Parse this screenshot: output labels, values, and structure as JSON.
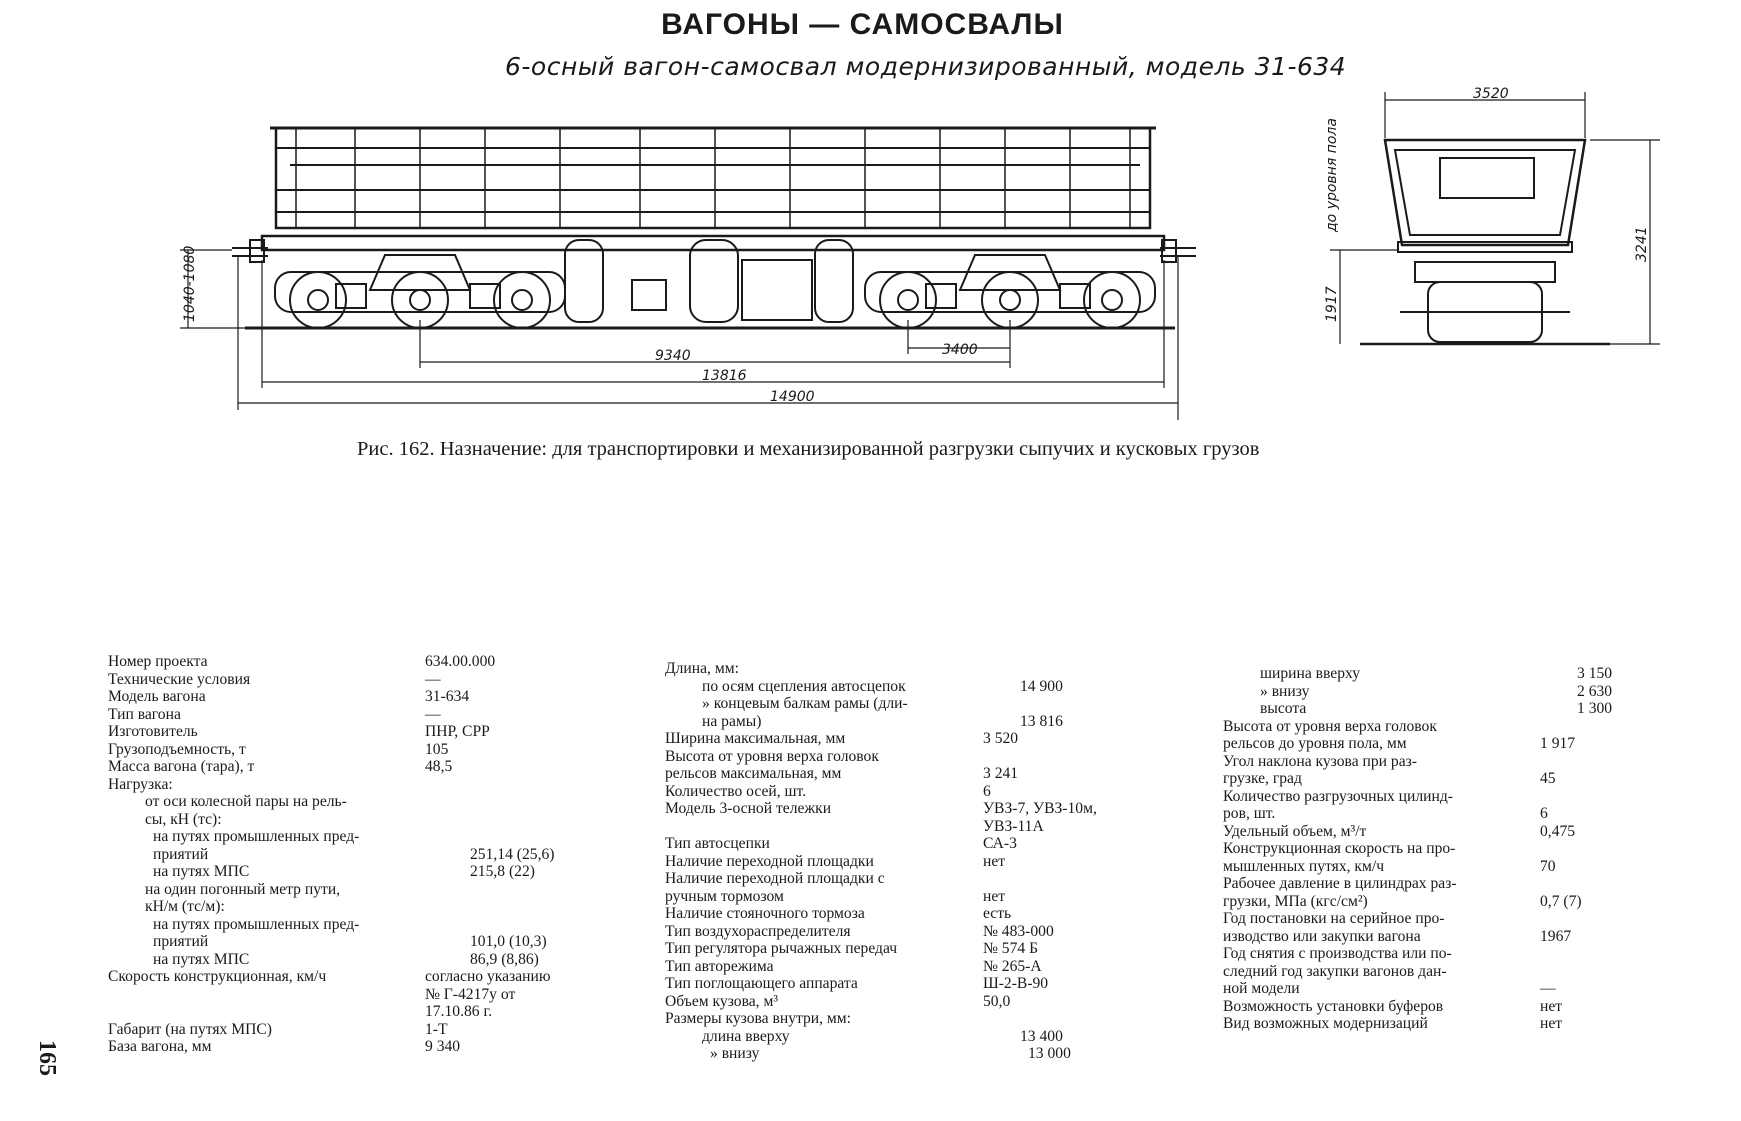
{
  "title": "ВАГОНЫ — САМОСВАЛЫ",
  "subtitle": "6-осный вагон-самосвал модернизированный, модель 31-634",
  "caption": "Рис. 162. Назначение: для транспортировки и механизированной разгрузки сыпучих и кусковых грузов",
  "page_number": "165",
  "drawing": {
    "dims": {
      "coupler_height": "1040-1080",
      "base": "9340",
      "frame_length": "13816",
      "total_length": "14900",
      "bogie_base": "3400",
      "width": "3520",
      "floor_height_label": "до уровня пола",
      "floor_height": "1917",
      "total_height": "3241"
    }
  },
  "specs": {
    "col1": [
      {
        "k": "Номер проекта",
        "v": "634.00.000"
      },
      {
        "k": "Технические условия",
        "v": "—"
      },
      {
        "k": "Модель вагона",
        "v": "31-634"
      },
      {
        "k": "Тип вагона",
        "v": "—"
      },
      {
        "k": "Изготовитель",
        "v": "ПНР, СРР"
      },
      {
        "k": "Грузоподъемность, т",
        "v": "105"
      },
      {
        "k": "Масса вагона (тара), т",
        "v": "48,5"
      },
      {
        "k": "Нагрузка:",
        "v": ""
      },
      {
        "k": "от оси колесной пары на рель-\nсы, кН (тс):",
        "v": "",
        "indent": 1
      },
      {
        "k": "на путях промышленных пред-\nприятий",
        "v": "\n251,14 (25,6)",
        "indent": 2
      },
      {
        "k": "на путях МПС",
        "v": "215,8 (22)",
        "indent": 2
      },
      {
        "k": "на один погонный метр пути,\nкН/м (тс/м):",
        "v": "",
        "indent": 1
      },
      {
        "k": "на путях промышленных пред-\nприятий",
        "v": "\n101,0 (10,3)",
        "indent": 2
      },
      {
        "k": "на путях МПС",
        "v": "86,9 (8,86)",
        "indent": 2
      },
      {
        "k": "Скорость конструкционная, км/ч",
        "v": "согласно указанию\n№ Г-4217у от\n17.10.86 г."
      },
      {
        "k": "Габарит (на путях МПС)",
        "v": "1-Т"
      },
      {
        "k": "База вагона, мм",
        "v": "9 340"
      }
    ],
    "col2": [
      {
        "k": "Длина, мм:",
        "v": ""
      },
      {
        "k": "по осям сцепления автосцепок",
        "v": "14 900",
        "indent": 1
      },
      {
        "k": "» концевым балкам рамы (дли-\nна рамы)",
        "v": "\n13 816",
        "indent": 1
      },
      {
        "k": "Ширина максимальная, мм",
        "v": "3 520"
      },
      {
        "k": "Высота от уровня верха головок\nрельсов максимальная, мм",
        "v": "\n3 241"
      },
      {
        "k": "Количество осей, шт.",
        "v": "6"
      },
      {
        "k": "Модель 3-осной тележки",
        "v": "УВЗ-7, УВЗ-10м,\nУВЗ-11А"
      },
      {
        "k": "Тип автосцепки",
        "v": "СА-3"
      },
      {
        "k": "Наличие переходной площадки",
        "v": "нет"
      },
      {
        "k": "Наличие переходной площадки с\nручным тормозом",
        "v": "\nнет"
      },
      {
        "k": "Наличие стояночного тормоза",
        "v": "есть"
      },
      {
        "k": "Тип воздухораспределителя",
        "v": "№ 483-000"
      },
      {
        "k": "Тип регулятора рычажных передач",
        "v": "№ 574 Б"
      },
      {
        "k": "Тип авторежима",
        "v": "№ 265-А"
      },
      {
        "k": "Тип поглощающего аппарата",
        "v": "Ш-2-В-90"
      },
      {
        "k": "Объем кузова, м³",
        "v": "50,0"
      },
      {
        "k": "Размеры кузова внутри, мм:",
        "v": ""
      },
      {
        "k": "длина вверху",
        "v": "13 400",
        "indent": 1
      },
      {
        "k": "» внизу",
        "v": "13 000",
        "indent": 2
      }
    ],
    "col3": [
      {
        "k": "ширина вверху",
        "v": "3 150",
        "indent": 1
      },
      {
        "k": "» внизу",
        "v": "2 630",
        "indent": 1
      },
      {
        "k": "высота",
        "v": "1 300",
        "indent": 1
      },
      {
        "k": "Высота от уровня верха головок\nрельсов до уровня пола, мм",
        "v": "\n1 917"
      },
      {
        "k": "Угол наклона кузова при раз-\nгрузке, град",
        "v": "\n45"
      },
      {
        "k": "Количество разгрузочных цилинд-\nров, шт.",
        "v": "\n6"
      },
      {
        "k": "Удельный объем, м³/т",
        "v": "0,475"
      },
      {
        "k": "Конструкционная скорость на про-\nмышленных путях, км/ч",
        "v": "\n70"
      },
      {
        "k": "Рабочее давление в цилиндрах раз-\nгрузки, МПа (кгс/см²)",
        "v": "\n0,7 (7)"
      },
      {
        "k": "Год постановки на серийное про-\nизводство или закупки вагона",
        "v": "\n1967"
      },
      {
        "k": "Год снятия с производства или по-\nследний год закупки вагонов дан-\nной модели",
        "v": "\n\n—"
      },
      {
        "k": "Возможность установки буферов",
        "v": "нет"
      },
      {
        "k": "Вид возможных модернизаций",
        "v": "нет"
      }
    ]
  }
}
